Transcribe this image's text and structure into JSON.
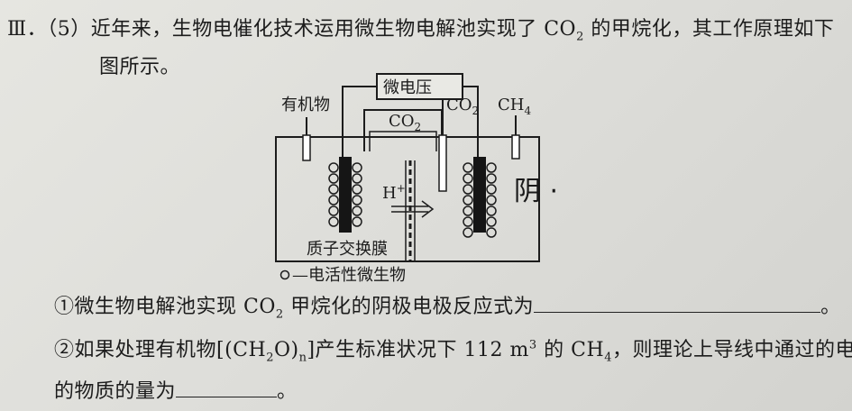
{
  "question": {
    "part": "Ⅲ．",
    "num": "（5）",
    "intro_a": "近年来，生物电催化技术运用微生物电解池实现了 CO",
    "intro_a_sub": "2",
    "intro_b": " 的甲烷化，其工作原理如下",
    "intro_c": "图所示。"
  },
  "diagram": {
    "voltage": "微电压",
    "organic": "有机物",
    "co2_center": "CO",
    "co2_center_sub": "2",
    "co2_right": "CO",
    "co2_right_sub": "2",
    "ch4": "CH",
    "ch4_sub": "4",
    "proton": "H",
    "proton_sup": "+",
    "membrane": "质子交换膜",
    "legend": "—电活性微生物",
    "handwritten": "阴 ·"
  },
  "q1": {
    "a": "①微生物电解池实现 CO",
    "sub": "2",
    "b": " 甲烷化的阴极电极反应式为",
    "end": "。"
  },
  "q2": {
    "a": "②如果处理有机物[(CH",
    "sub1": "2",
    "b": "O)",
    "sub2": "n",
    "c": "]产生标准状况下 112 m",
    "sup": "3",
    "d": " 的 CH",
    "sub3": "4",
    "e": "，则理论上导线中通过的电子"
  },
  "q3": {
    "a": "的物质的量为",
    "end": "。"
  }
}
